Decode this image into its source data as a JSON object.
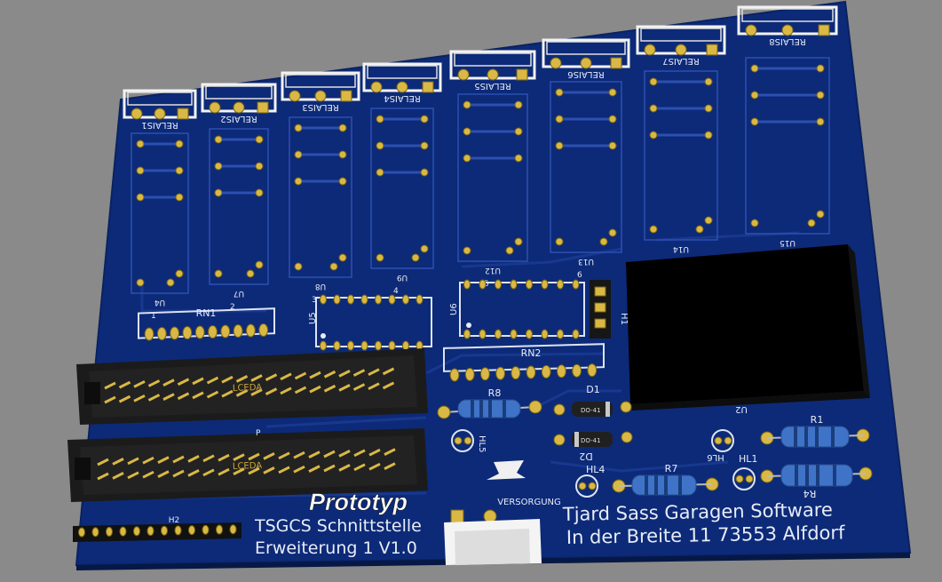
{
  "board": {
    "colors": {
      "background": "#8a8a8a",
      "board": "#0c2a78",
      "board_edge": "#0a2262",
      "silkscreen": "#e8ecf6",
      "pad_gold": "#d9b845",
      "connector_black": "#1b1b1b",
      "relay_footprint": "#1a3c9a"
    },
    "relays": [
      {
        "label": "RELAIS1",
        "ref": "U4",
        "num": "1"
      },
      {
        "label": "RELAIS2",
        "ref": "U7",
        "num": "2"
      },
      {
        "label": "RELAIS3",
        "ref": "U8",
        "num": "3"
      },
      {
        "label": "RELAIS4",
        "ref": "U9",
        "num": "4"
      },
      {
        "label": "RELAIS5",
        "ref": "U12",
        "num": "5"
      },
      {
        "label": "RELAIS6",
        "ref": "U13",
        "num": "6"
      },
      {
        "label": "RELAIS7",
        "ref": "U14",
        "num": ""
      },
      {
        "label": "RELAIS8",
        "ref": "U15",
        "num": ""
      }
    ],
    "components": {
      "rn1": "RN1",
      "rn2": "RN2",
      "u5": "U5",
      "u6": "U6",
      "h1": "H1",
      "h2": "H2",
      "u2": "U2",
      "r8": "R8",
      "r7": "R7",
      "r1": "R1",
      "r4": "R4",
      "d1": "D1",
      "d2": "D2",
      "d1_body": "DO-41",
      "d2_body": "DO-41",
      "hl5": "HL5",
      "hl4": "HL4",
      "hl6": "HL6",
      "hl1": "HL1",
      "lcd_top": "LCEDA",
      "lcd_bottom": "LCEDA",
      "p_label": "P"
    },
    "power_label": "VERSORGUNG",
    "logo_text": "Prototyp",
    "title_line1": "TSGCS Schnittstelle",
    "title_line2": "Erweiterung 1 V1.0",
    "author_line1": "Tjard Sass Garagen Software",
    "author_line2": "In der Breite 11 73553 Alfdorf"
  }
}
